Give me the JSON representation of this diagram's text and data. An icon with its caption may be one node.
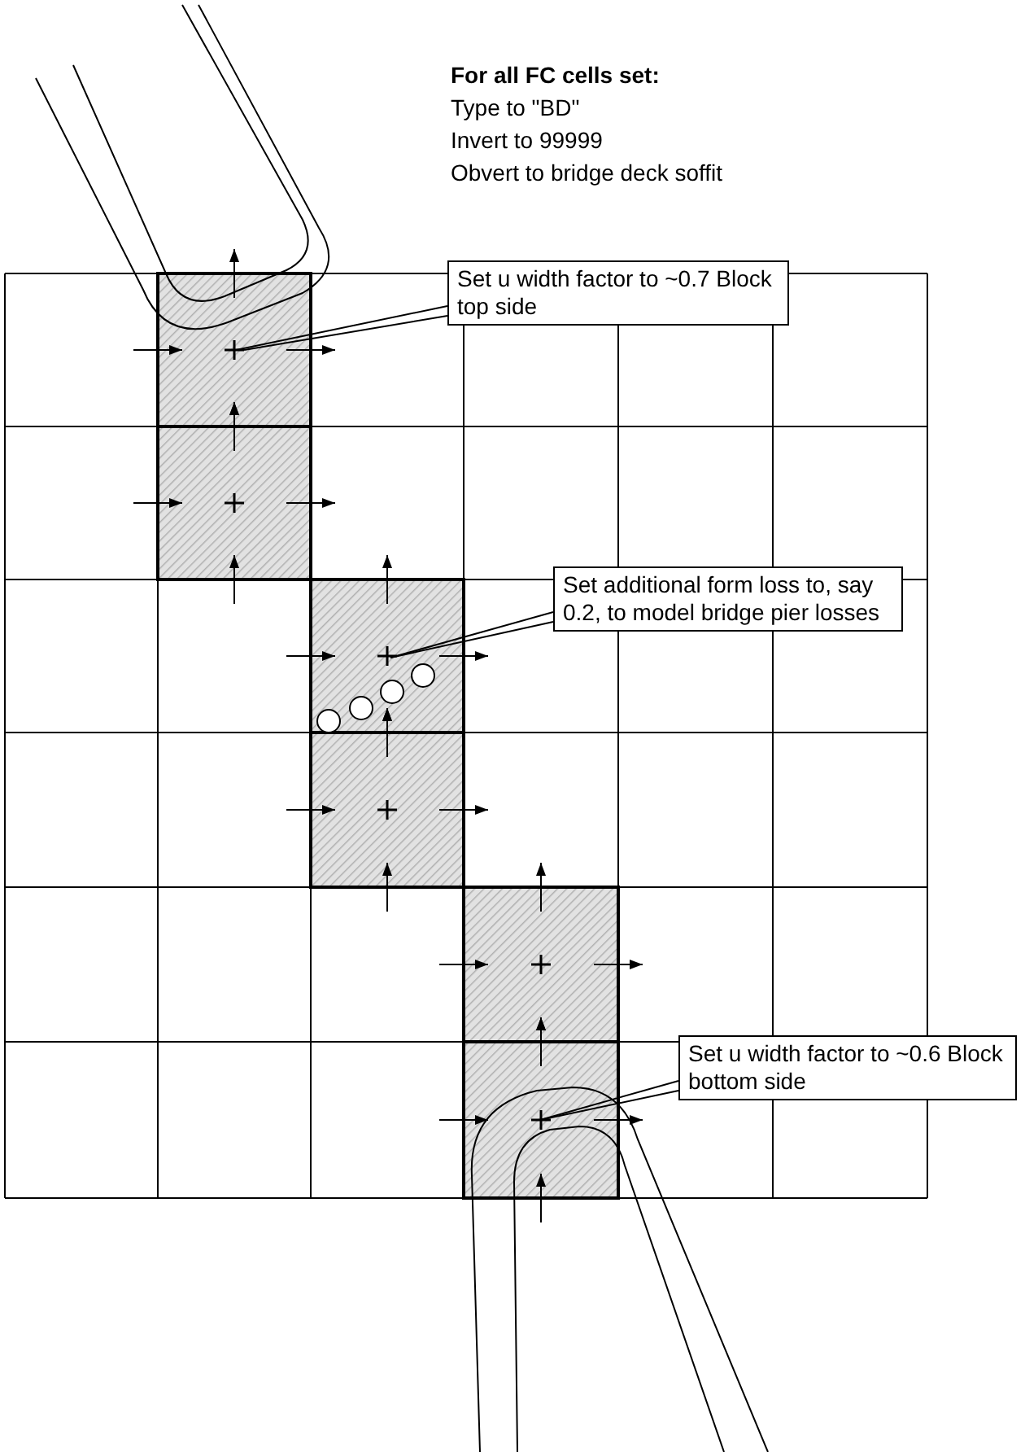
{
  "diagram": {
    "nodes": [
      {
        "text": [
          "Set u width factor to ~0.7 Block top side"
        ]
      },
      {
        "text": [
          "Set additional form loss to, say 0.2, to model bridge pier losses"
        ]
      },
      {
        "text": [
          "Set u width factor to ~0.6 Block bottom side"
        ]
      }
    ],
    "edges": [
      {
        "from": 0,
        "to": null,
        "arrow": "none"
      },
      {
        "from": 0,
        "to": null,
        "arrow": "none"
      },
      {
        "from": 1,
        "to": null,
        "arrow": "none"
      },
      {
        "from": 1,
        "to": null,
        "arrow": "none"
      },
      {
        "from": 2,
        "to": null,
        "arrow": "none"
      },
      {
        "from": 2,
        "to": null,
        "arrow": "none"
      }
    ],
    "labels": [
      "For all FC cells set:",
      "Type to \"BD\"",
      "Invert to 99999",
      "Obvert to bridge deck soffit"
    ]
  }
}
